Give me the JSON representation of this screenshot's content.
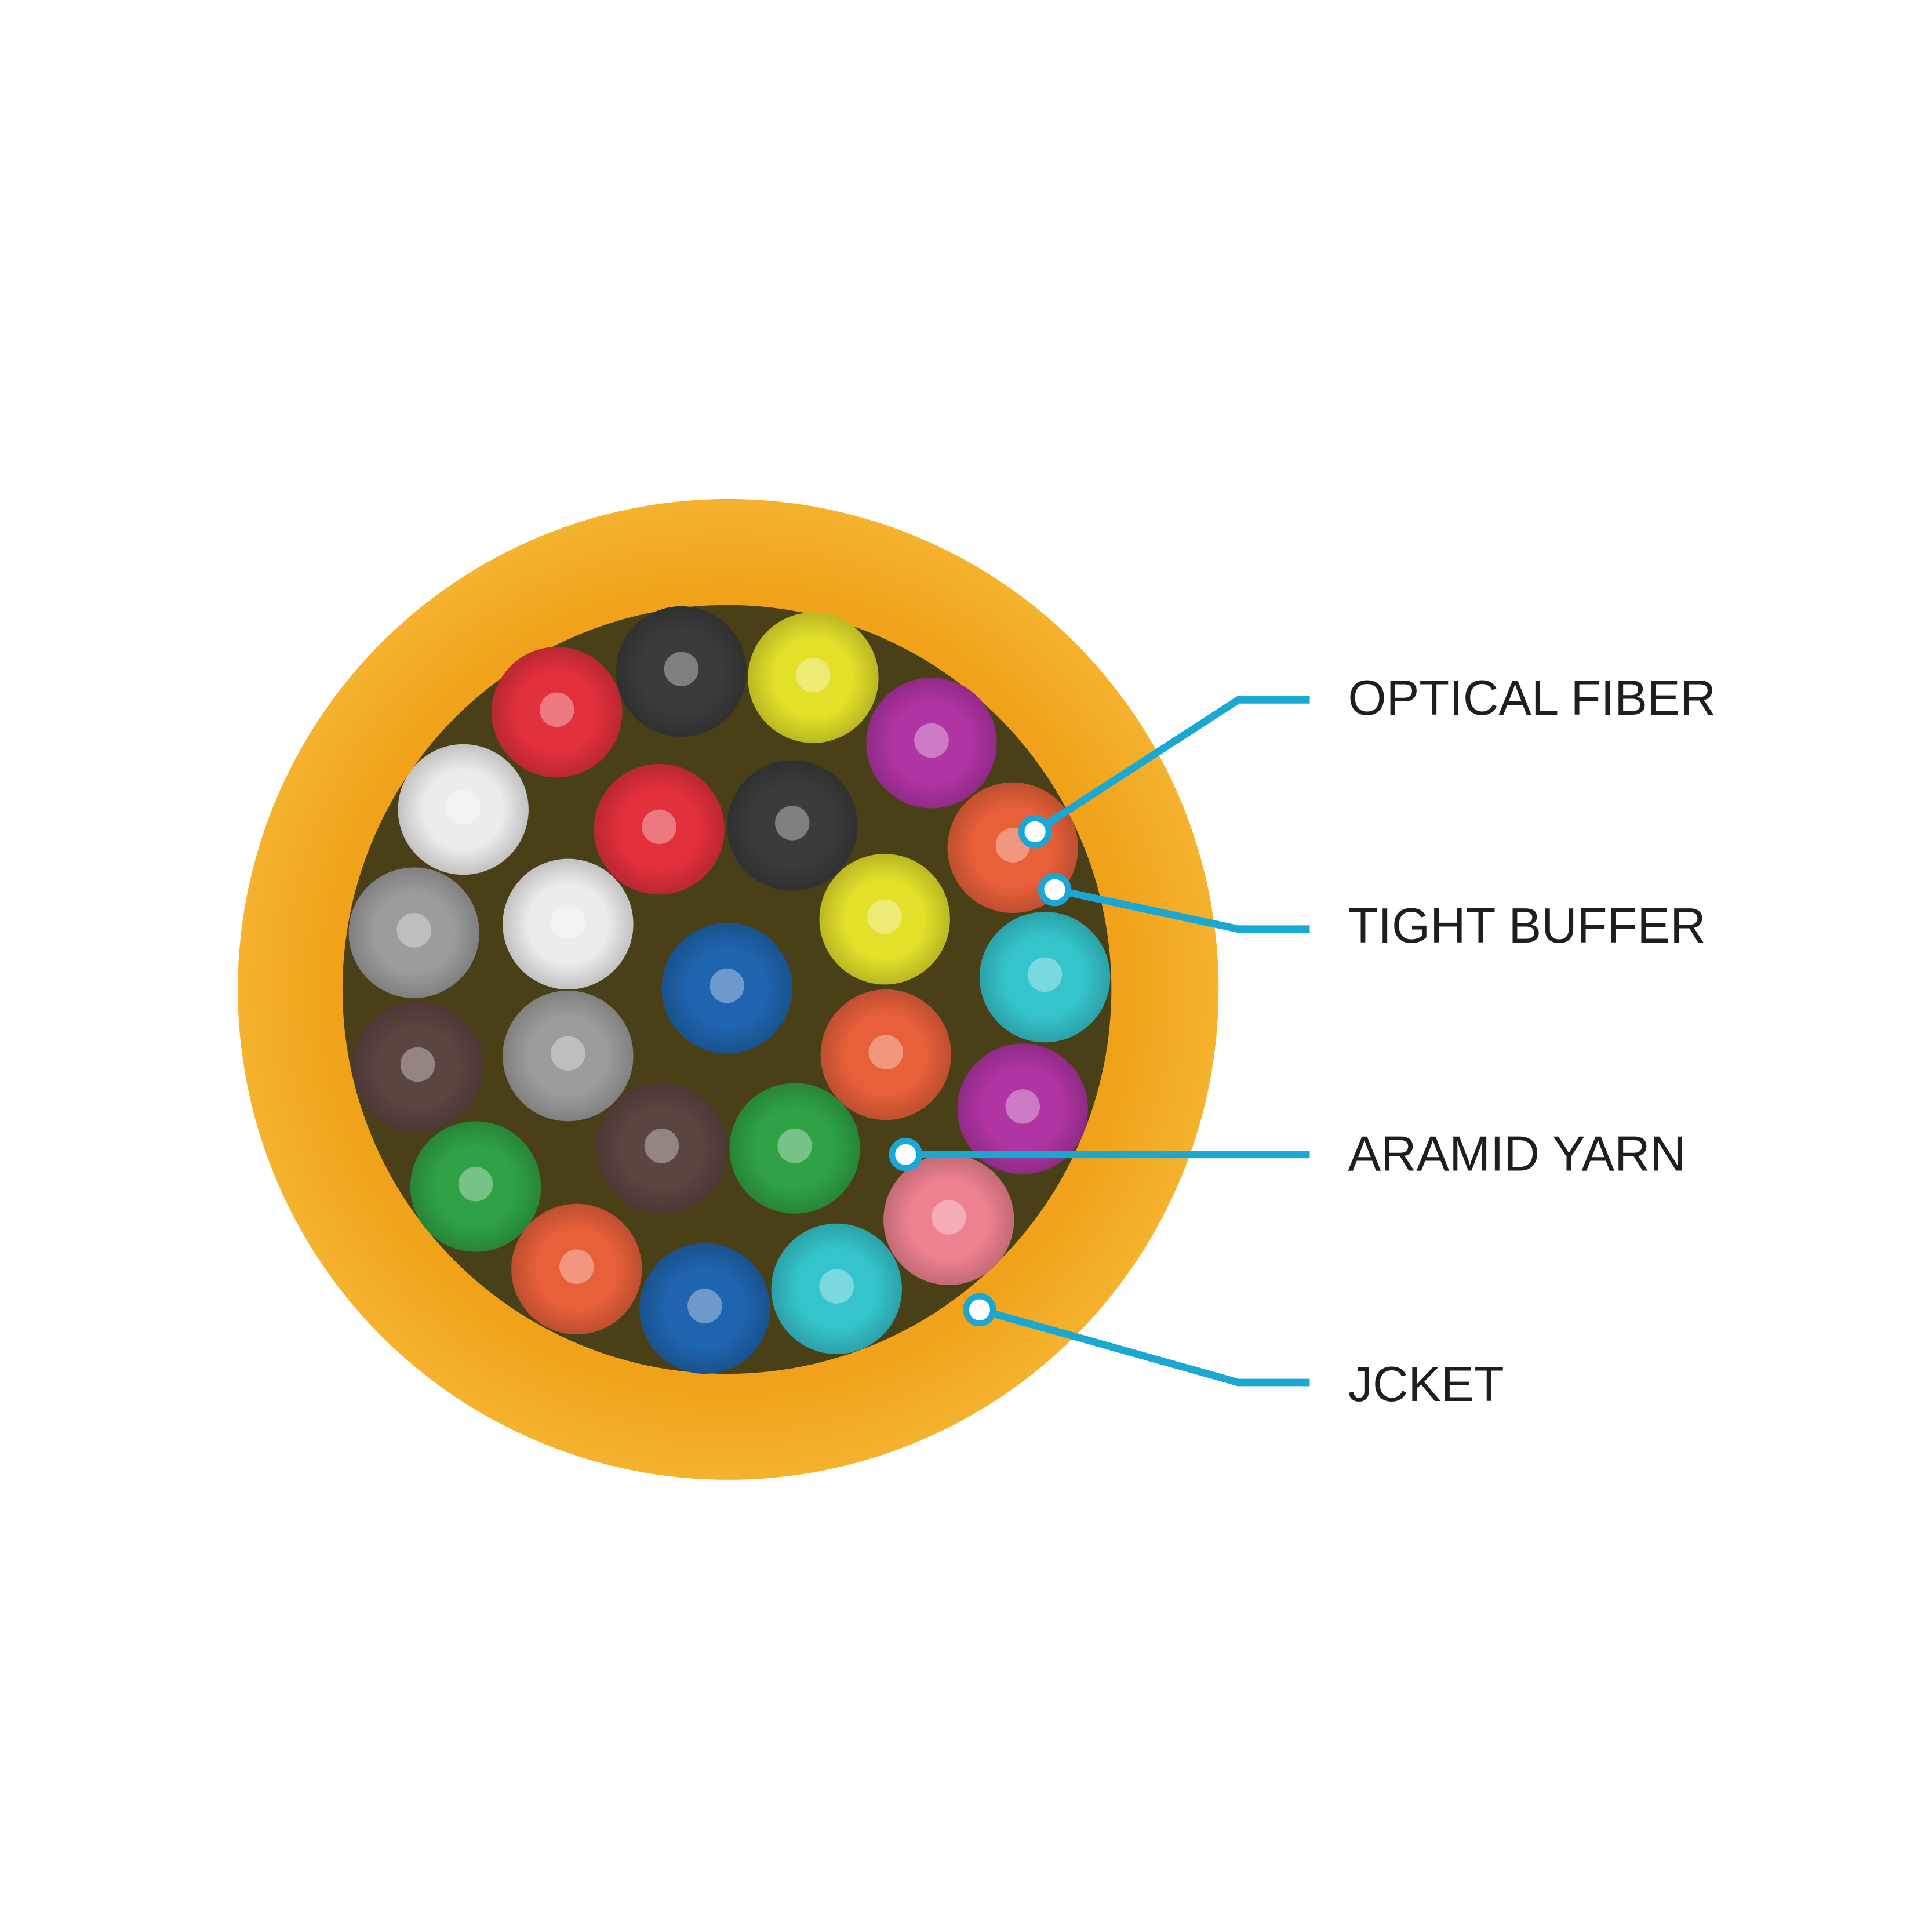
{
  "labels": {
    "optical_fiber": "OPTICAL FIBER",
    "tight_buffer": "TIGHT BUFFER",
    "aramid_yarn": "ARAMID YARN",
    "jacket": "JCKET"
  },
  "colors": {
    "jacket": "#f2a81f",
    "aramid": "#4a4018",
    "leader": "#19a7d4",
    "text": "#1e1e1e"
  },
  "fiber_colors": [
    "#e2303d",
    "#3b3b3b",
    "#e3e02a",
    "#b034a4",
    "#ececec",
    "#e2303d",
    "#3b3b3b",
    "#e3e02a",
    "#e8603a",
    "#9c9c9c",
    "#ececec",
    "#e3e02a",
    "#34c5cc",
    "#1f64ae",
    "#5c4440",
    "#9c9c9c",
    "#e8603a",
    "#b034a4",
    "#2fa245",
    "#5c4440",
    "#2fa245",
    "#ee8190",
    "#e8603a",
    "#1f64ae",
    "#34c5cc"
  ]
}
